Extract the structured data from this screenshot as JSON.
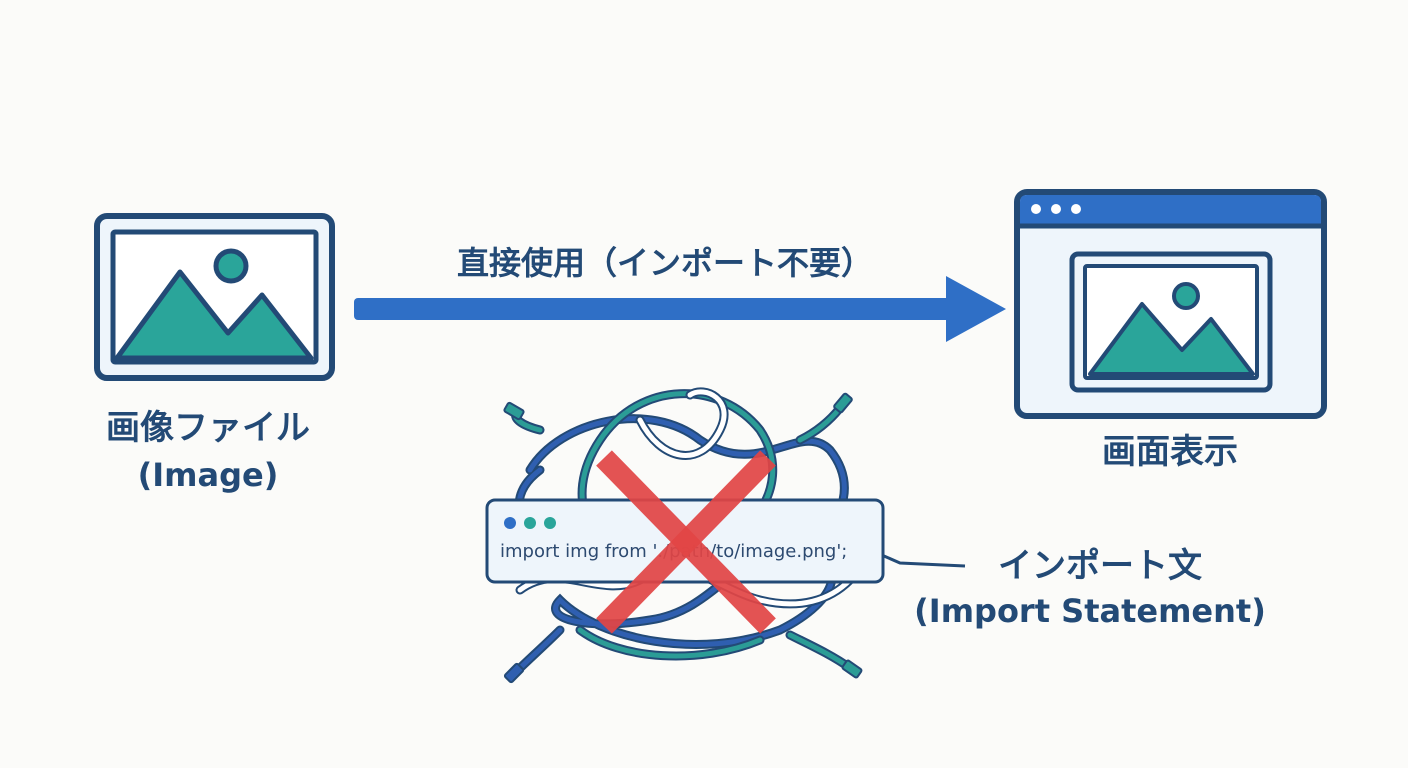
{
  "source": {
    "label_jp": "画像ファイル",
    "label_en": "(Image)"
  },
  "flow": {
    "label": "直接使用（インポート不要）"
  },
  "display": {
    "label": "画面表示"
  },
  "import_statement": {
    "code": "import img from './path/to/image.png';",
    "label_jp": "インポート文",
    "label_en": "(Import Statement)"
  },
  "colors": {
    "outline": "#234a76",
    "arrow": "#2f6fc6",
    "teal": "#2aa59a",
    "frame_fill": "#eef5fb",
    "cross": "#e24545",
    "cable_blue": "#2f5fb0",
    "cable_teal": "#2b9c96"
  },
  "icons": {
    "source": "image-file-icon",
    "display": "browser-window-icon",
    "cables": "tangled-cables-icon",
    "cross": "cross-icon"
  }
}
